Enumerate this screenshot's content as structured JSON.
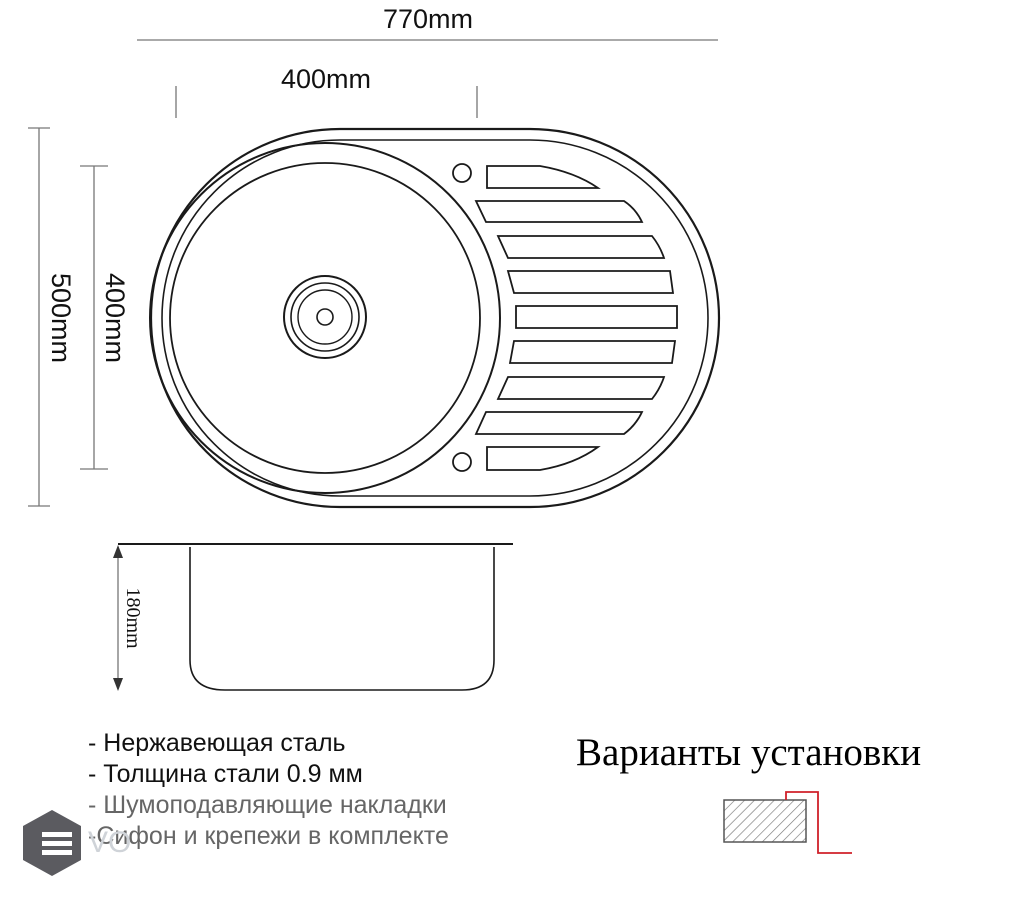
{
  "dimensions": {
    "overall_width": "770mm",
    "bowl_width": "400mm",
    "overall_depth": "500mm",
    "bowl_depth": "400mm",
    "bowl_height": "180mm"
  },
  "specs": [
    "- Нержавеющая сталь",
    "- Толщина стали 0.9 мм",
    "- Шумоподавляющие накладки",
    "-Сифон и крепежи в комплекте"
  ],
  "install": {
    "title": "Варианты установки",
    "accent_color": "#d0202a"
  },
  "watermark": {
    "text": "VO"
  }
}
